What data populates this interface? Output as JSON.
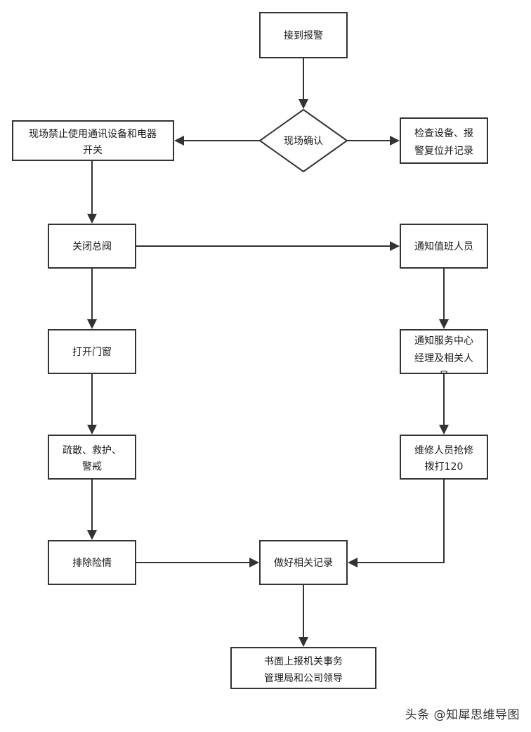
{
  "nodes": {
    "receive_alarm": "接到报警",
    "site_confirm": "现场确认",
    "forbid_line1": "现场禁止使用通讯设备和电器",
    "forbid_line2": "开关",
    "check_line1": "检查设备、报",
    "check_line2": "警复位并记录",
    "close_valve": "关闭总阀",
    "notify_duty": "通知值班人员",
    "open_window": "打开门窗",
    "notify_mgr_line1": "通知服务中心",
    "notify_mgr_line2": "经理及相关人",
    "notify_mgr_line3": "员",
    "evacuate_line1": "疏散、救护、",
    "evacuate_line2": "警戒",
    "repair_line1": "维修人员抢修",
    "repair_line2": "拨打120",
    "eliminate": "排除险情",
    "record": "做好相关记录",
    "report_line1": "书面上报机关事务",
    "report_line2": "管理局和公司领导"
  },
  "watermark": "头条 @知犀思维导图"
}
